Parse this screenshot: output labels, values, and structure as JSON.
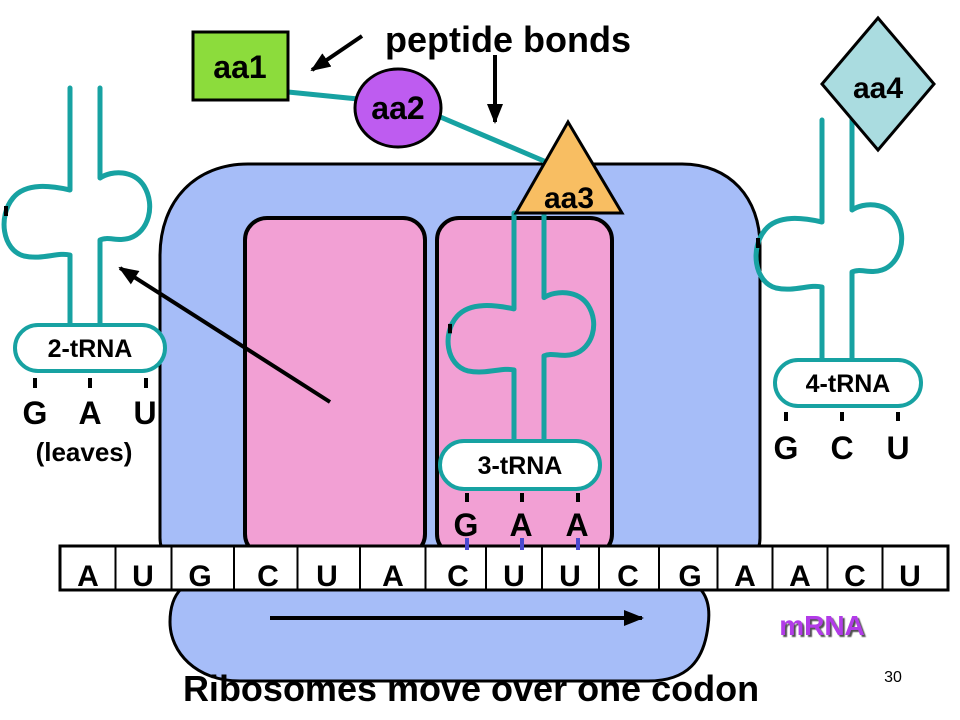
{
  "annotation": {
    "label": "peptide bonds"
  },
  "amino_acids": [
    {
      "label": "aa1",
      "color": "#8cdc3c"
    },
    {
      "label": "aa2",
      "color": "#be5cf0"
    },
    {
      "label": "aa3",
      "color": "#f8be62"
    },
    {
      "label": "aa4",
      "color": "#aadce0"
    }
  ],
  "trnas": [
    {
      "label": "2-tRNA",
      "anticodon": [
        "G",
        "A",
        "U"
      ],
      "note": "(leaves)"
    },
    {
      "label": "3-tRNA",
      "anticodon": [
        "G",
        "A",
        "A"
      ]
    },
    {
      "label": "4-tRNA",
      "anticodon": [
        "G",
        "C",
        "U"
      ]
    }
  ],
  "mrna": {
    "label": "mRNA",
    "sequence": [
      "A",
      "U",
      "G",
      "C",
      "U",
      "A",
      "C",
      "U",
      "U",
      "C",
      "G",
      "A",
      "A",
      "C",
      "U"
    ]
  },
  "caption": "Ribosomes move over one codon",
  "page_number": "30",
  "colors": {
    "ribosome": "#a6bdf8",
    "ribosome_site": "#f2a0d4",
    "trna": "#17a2a2",
    "base_pair": "#4a4ad0",
    "mrna_label": "#b23ae8"
  }
}
